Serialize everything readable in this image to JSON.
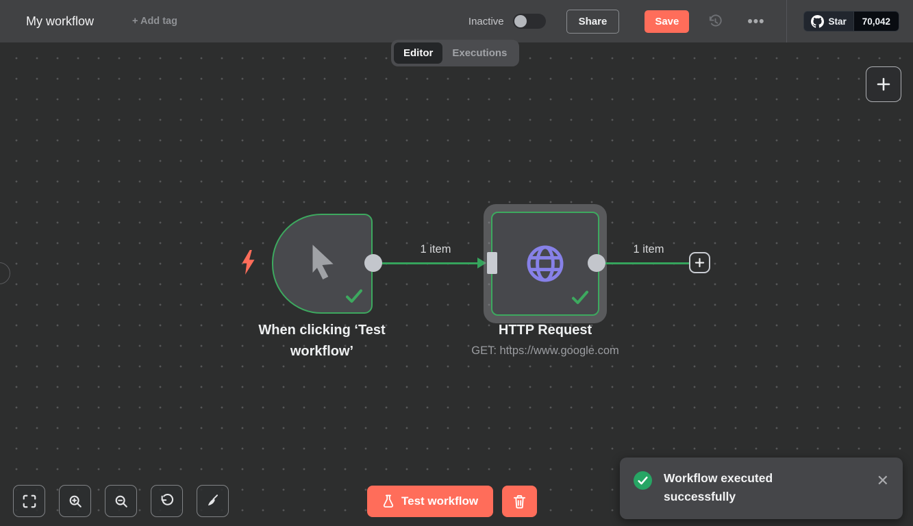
{
  "header": {
    "title": "My workflow",
    "add_tag_label": "+ Add tag",
    "status_label": "Inactive",
    "share_label": "Share",
    "save_label": "Save",
    "more_glyph": "•••",
    "github": {
      "star_label": "Star",
      "star_count": "70,042"
    }
  },
  "tabs": {
    "editor": "Editor",
    "executions": "Executions"
  },
  "canvas": {
    "nodes": [
      {
        "name": "When clicking ‘Test workflow’",
        "status": "success"
      },
      {
        "name": "HTTP Request",
        "subtitle": "GET: https://www.google.com",
        "status": "success"
      }
    ],
    "connections": [
      {
        "label": "1 item"
      },
      {
        "label": "1 item"
      }
    ],
    "add_node_glyph": "+"
  },
  "controls": {
    "test_button_label": "Test workflow"
  },
  "toast": {
    "message": "Workflow executed successfully",
    "close_glyph": "✕"
  },
  "colors": {
    "accent_orange": "#ff6d5a",
    "success_green": "#3da95f",
    "node_purple": "#8781e8",
    "header_bg": "#414244",
    "canvas_bg": "#2d2e2e"
  }
}
